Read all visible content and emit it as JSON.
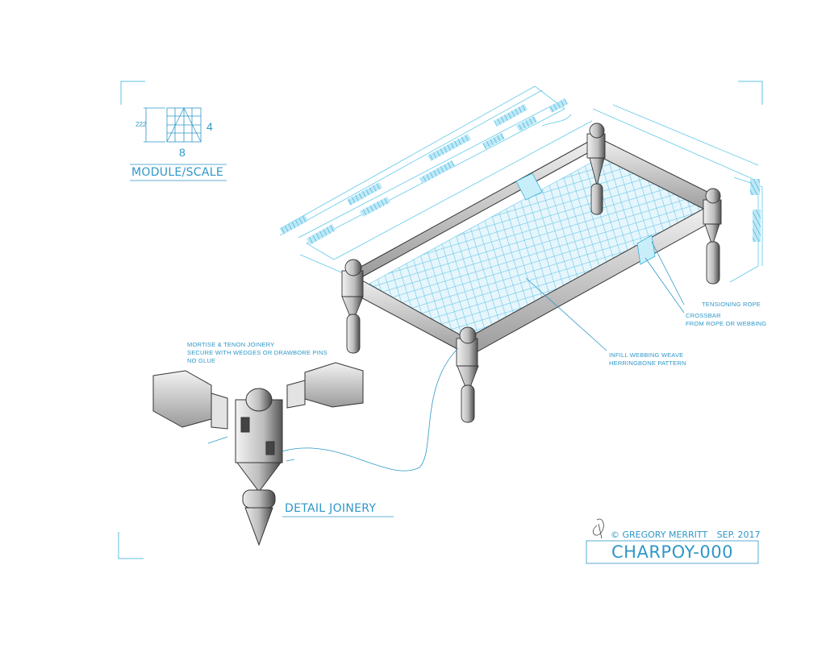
{
  "module_scale": {
    "dimension": "222",
    "right_value": "4",
    "bottom_value": "8",
    "label": "MODULE/SCALE"
  },
  "annotations": {
    "joinery_note": [
      "MORTISE & TENON JOINERY",
      "SECURE WITH WEDGES OR DRAWBORE PINS",
      "NO GLUE"
    ],
    "infill_note": [
      "INFILL WEBBING WEAVE",
      "HERRINGBONE PATTERN"
    ],
    "tensioning_rope": "TENSIONING ROPE",
    "crossbar_note": [
      "CROSSBAR",
      "FROM ROPE OR WEBBING"
    ],
    "detail_label": "DETAIL JOINERY"
  },
  "title_block": {
    "copyright": "© GREGORY MERRITT",
    "date": "SEP. 2017",
    "drawing_id": "CHARPOY-000"
  },
  "colors": {
    "accent": "#2f97c8",
    "ink": "#3a3a3a",
    "paper": "#ffffff"
  }
}
